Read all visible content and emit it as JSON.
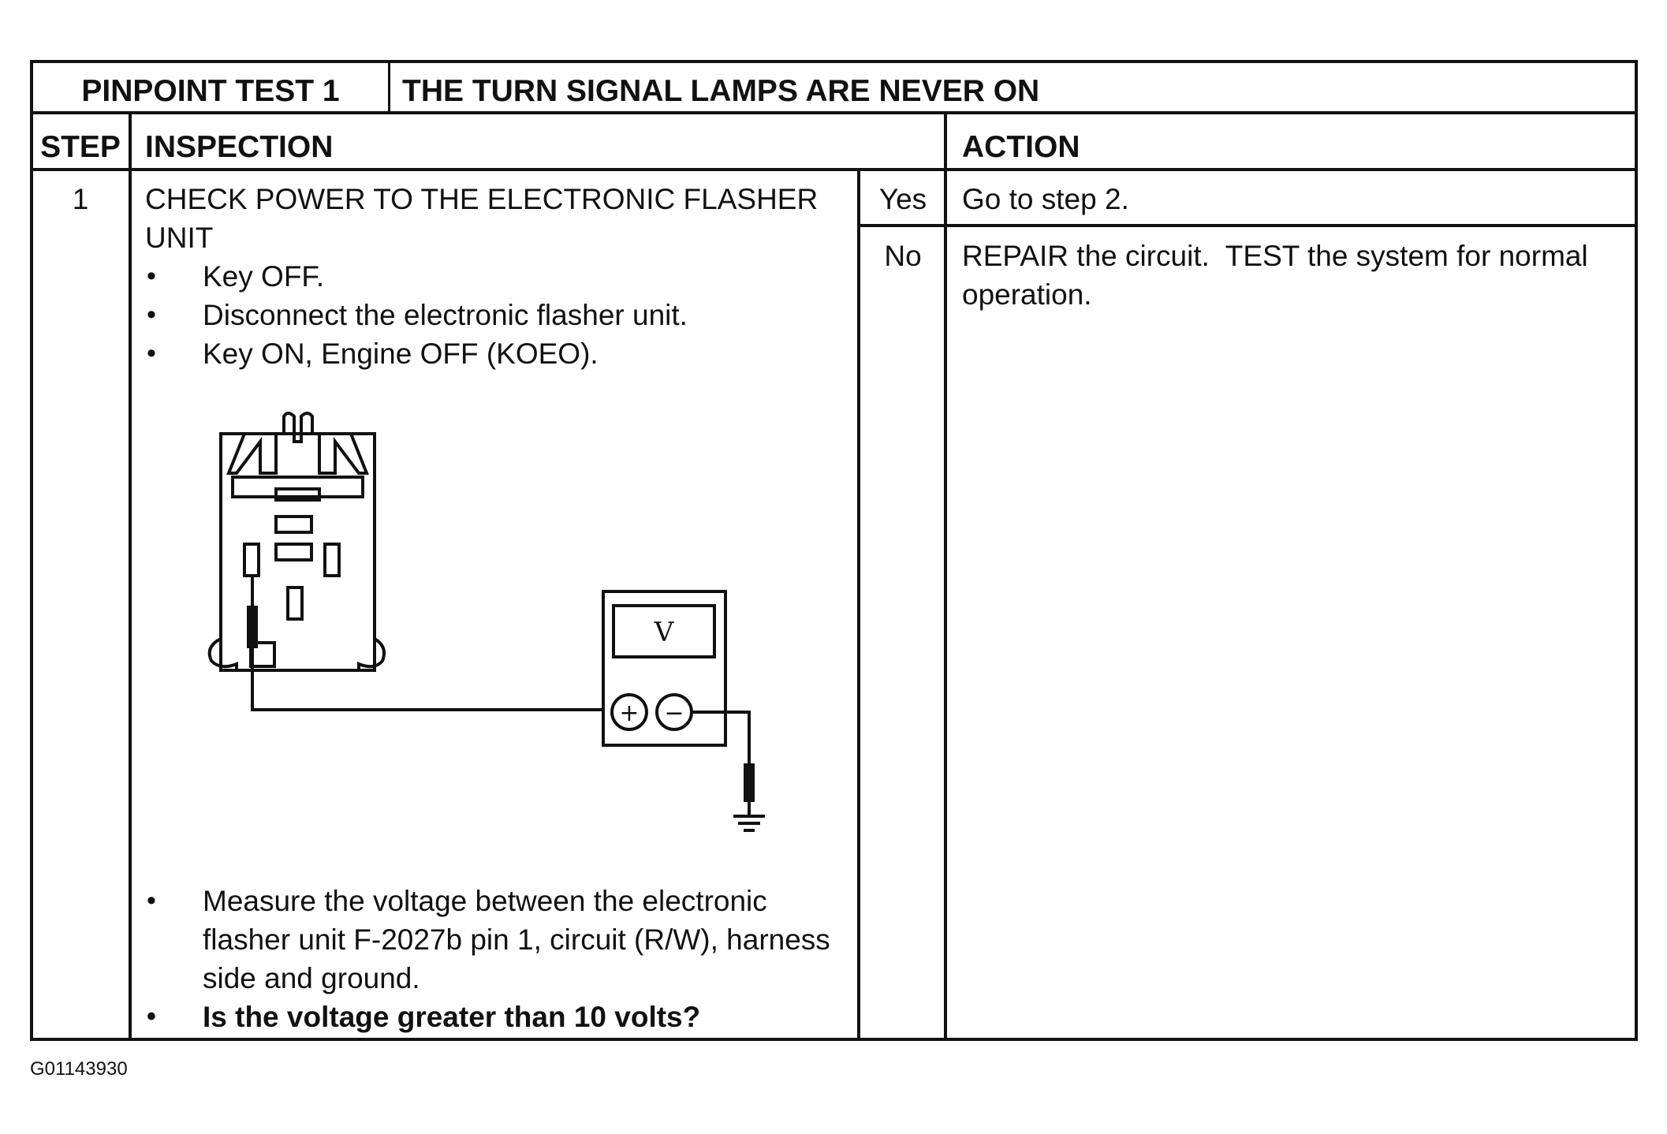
{
  "title": {
    "test_label": "PINPOINT TEST 1",
    "description": "THE TURN SIGNAL LAMPS ARE NEVER ON"
  },
  "columns": {
    "step": "STEP",
    "inspection": "INSPECTION",
    "action": "ACTION"
  },
  "step": {
    "number": "1",
    "title": "CHECK POWER TO THE ELECTRONIC FLASHER UNIT",
    "bullets_before": [
      "Key OFF.",
      "Disconnect the electronic flasher unit.",
      "Key ON, Engine OFF (KOEO)."
    ],
    "bullets_after": [
      "Measure the voltage between the electronic flasher unit F-2027b pin 1, circuit (R/W), harness side and ground.",
      "Is the voltage greater than 10 volts?"
    ],
    "meter": {
      "display": "V",
      "plus": "+",
      "minus": "−"
    }
  },
  "answers": {
    "yes_label": "Yes",
    "yes_action": "Go to step 2.",
    "no_label": "No",
    "no_action": "REPAIR the circuit.  TEST the system for normal operation."
  },
  "figure_id": "G01143930"
}
